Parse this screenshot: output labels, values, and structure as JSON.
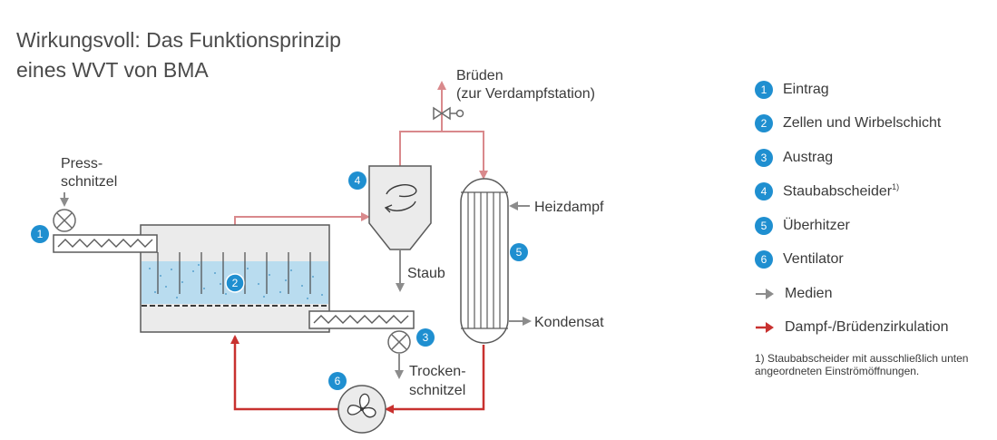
{
  "title": {
    "line1": "Wirkungsvoll: Das Funktionsprinzip",
    "line2": "eines WVT von BMA"
  },
  "colors": {
    "accent": "#1f8fd0",
    "media": "#8c8c8c",
    "circulation": "#c8312f",
    "vapor": "#d9898c",
    "bed": "#b9dcef"
  },
  "labels": {
    "pressschnitzel_1": "Press-",
    "pressschnitzel_2": "schnitzel",
    "bruden_1": "Brüden",
    "bruden_2": "(zur Verdampfstation)",
    "heizdampf": "Heizdampf",
    "staub": "Staub",
    "kondensat": "Kondensat",
    "trocken_1": "Trocken-",
    "trocken_2": "schnitzel"
  },
  "badges": [
    "1",
    "2",
    "3",
    "4",
    "5",
    "6"
  ],
  "legend": {
    "items": [
      {
        "num": "1",
        "label": "Eintrag"
      },
      {
        "num": "2",
        "label": "Zellen und Wirbelschicht"
      },
      {
        "num": "3",
        "label": "Austrag"
      },
      {
        "num": "4",
        "label": "Staubabscheider",
        "sup": "1)"
      },
      {
        "num": "5",
        "label": "Überhitzer"
      },
      {
        "num": "6",
        "label": "Ventilator"
      }
    ],
    "media": {
      "icon": "arrow-right-icon",
      "label": "Medien"
    },
    "circulation": {
      "icon": "arrow-right-icon",
      "label": "Dampf-/Brüdenzirkulation"
    }
  },
  "footnote": {
    "line1": "1) Staubabscheider mit ausschließlich unten",
    "line2": "angeordneten Einströmöffnungen."
  }
}
